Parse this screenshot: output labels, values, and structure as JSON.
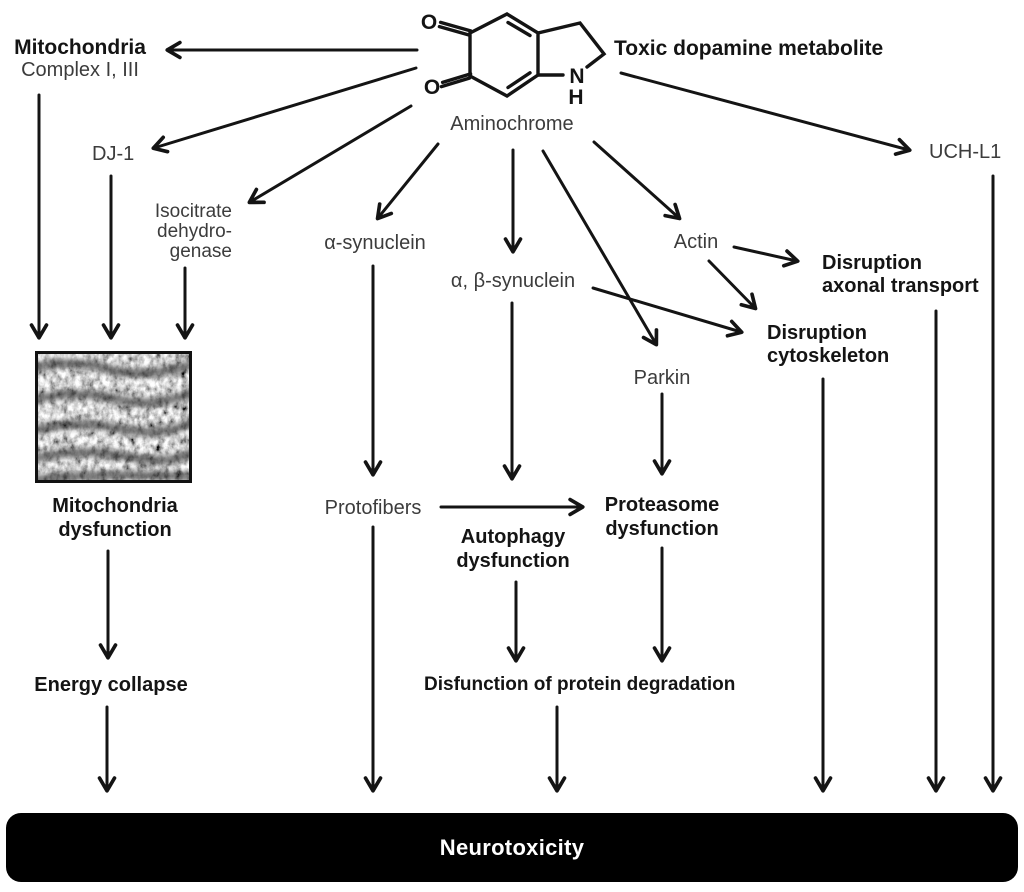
{
  "colors": {
    "background": "#ffffff",
    "ink": "#141414",
    "muted_text": "#3c3c3c",
    "banner_background": "#000000",
    "banner_text": "#ffffff"
  },
  "molecule": {
    "compound_label": "Aminochrome",
    "annotation": "Toxic dopamine metabolite",
    "atoms": {
      "o_top": "O",
      "o_bottom": "O",
      "n": "N",
      "h": "H"
    }
  },
  "nodes": {
    "mitochondria_complex": {
      "title": "Mitochondria",
      "subtitle": "Complex I, III"
    },
    "dj1": "DJ-1",
    "isocitrate_dehydrogenase": {
      "line1": "Isocitrate",
      "line2": "dehydro-",
      "line3": "genase"
    },
    "uch_l1": "UCH-L1",
    "alpha_synuclein": "α-synuclein",
    "alpha_beta_synuclein": "α, β-synuclein",
    "actin": "Actin",
    "parkin": "Parkin",
    "disruption_axonal_transport": {
      "line1": "Disruption",
      "line2": "axonal transport"
    },
    "disruption_cytoskeleton": {
      "line1": "Disruption",
      "line2": "cytoskeleton"
    },
    "mitochondria_dysfunction": {
      "line1": "Mitochondria",
      "line2": "dysfunction"
    },
    "protofibers": "Protofibers",
    "autophagy_dysfunction": {
      "line1": "Autophagy",
      "line2": "dysfunction"
    },
    "proteasome_dysfunction": {
      "line1": "Proteasome",
      "line2": "dysfunction"
    },
    "energy_collapse": "Energy collapse",
    "protein_degradation": "Disfunction of protein degradation",
    "neurotoxicity": "Neurotoxicity"
  }
}
